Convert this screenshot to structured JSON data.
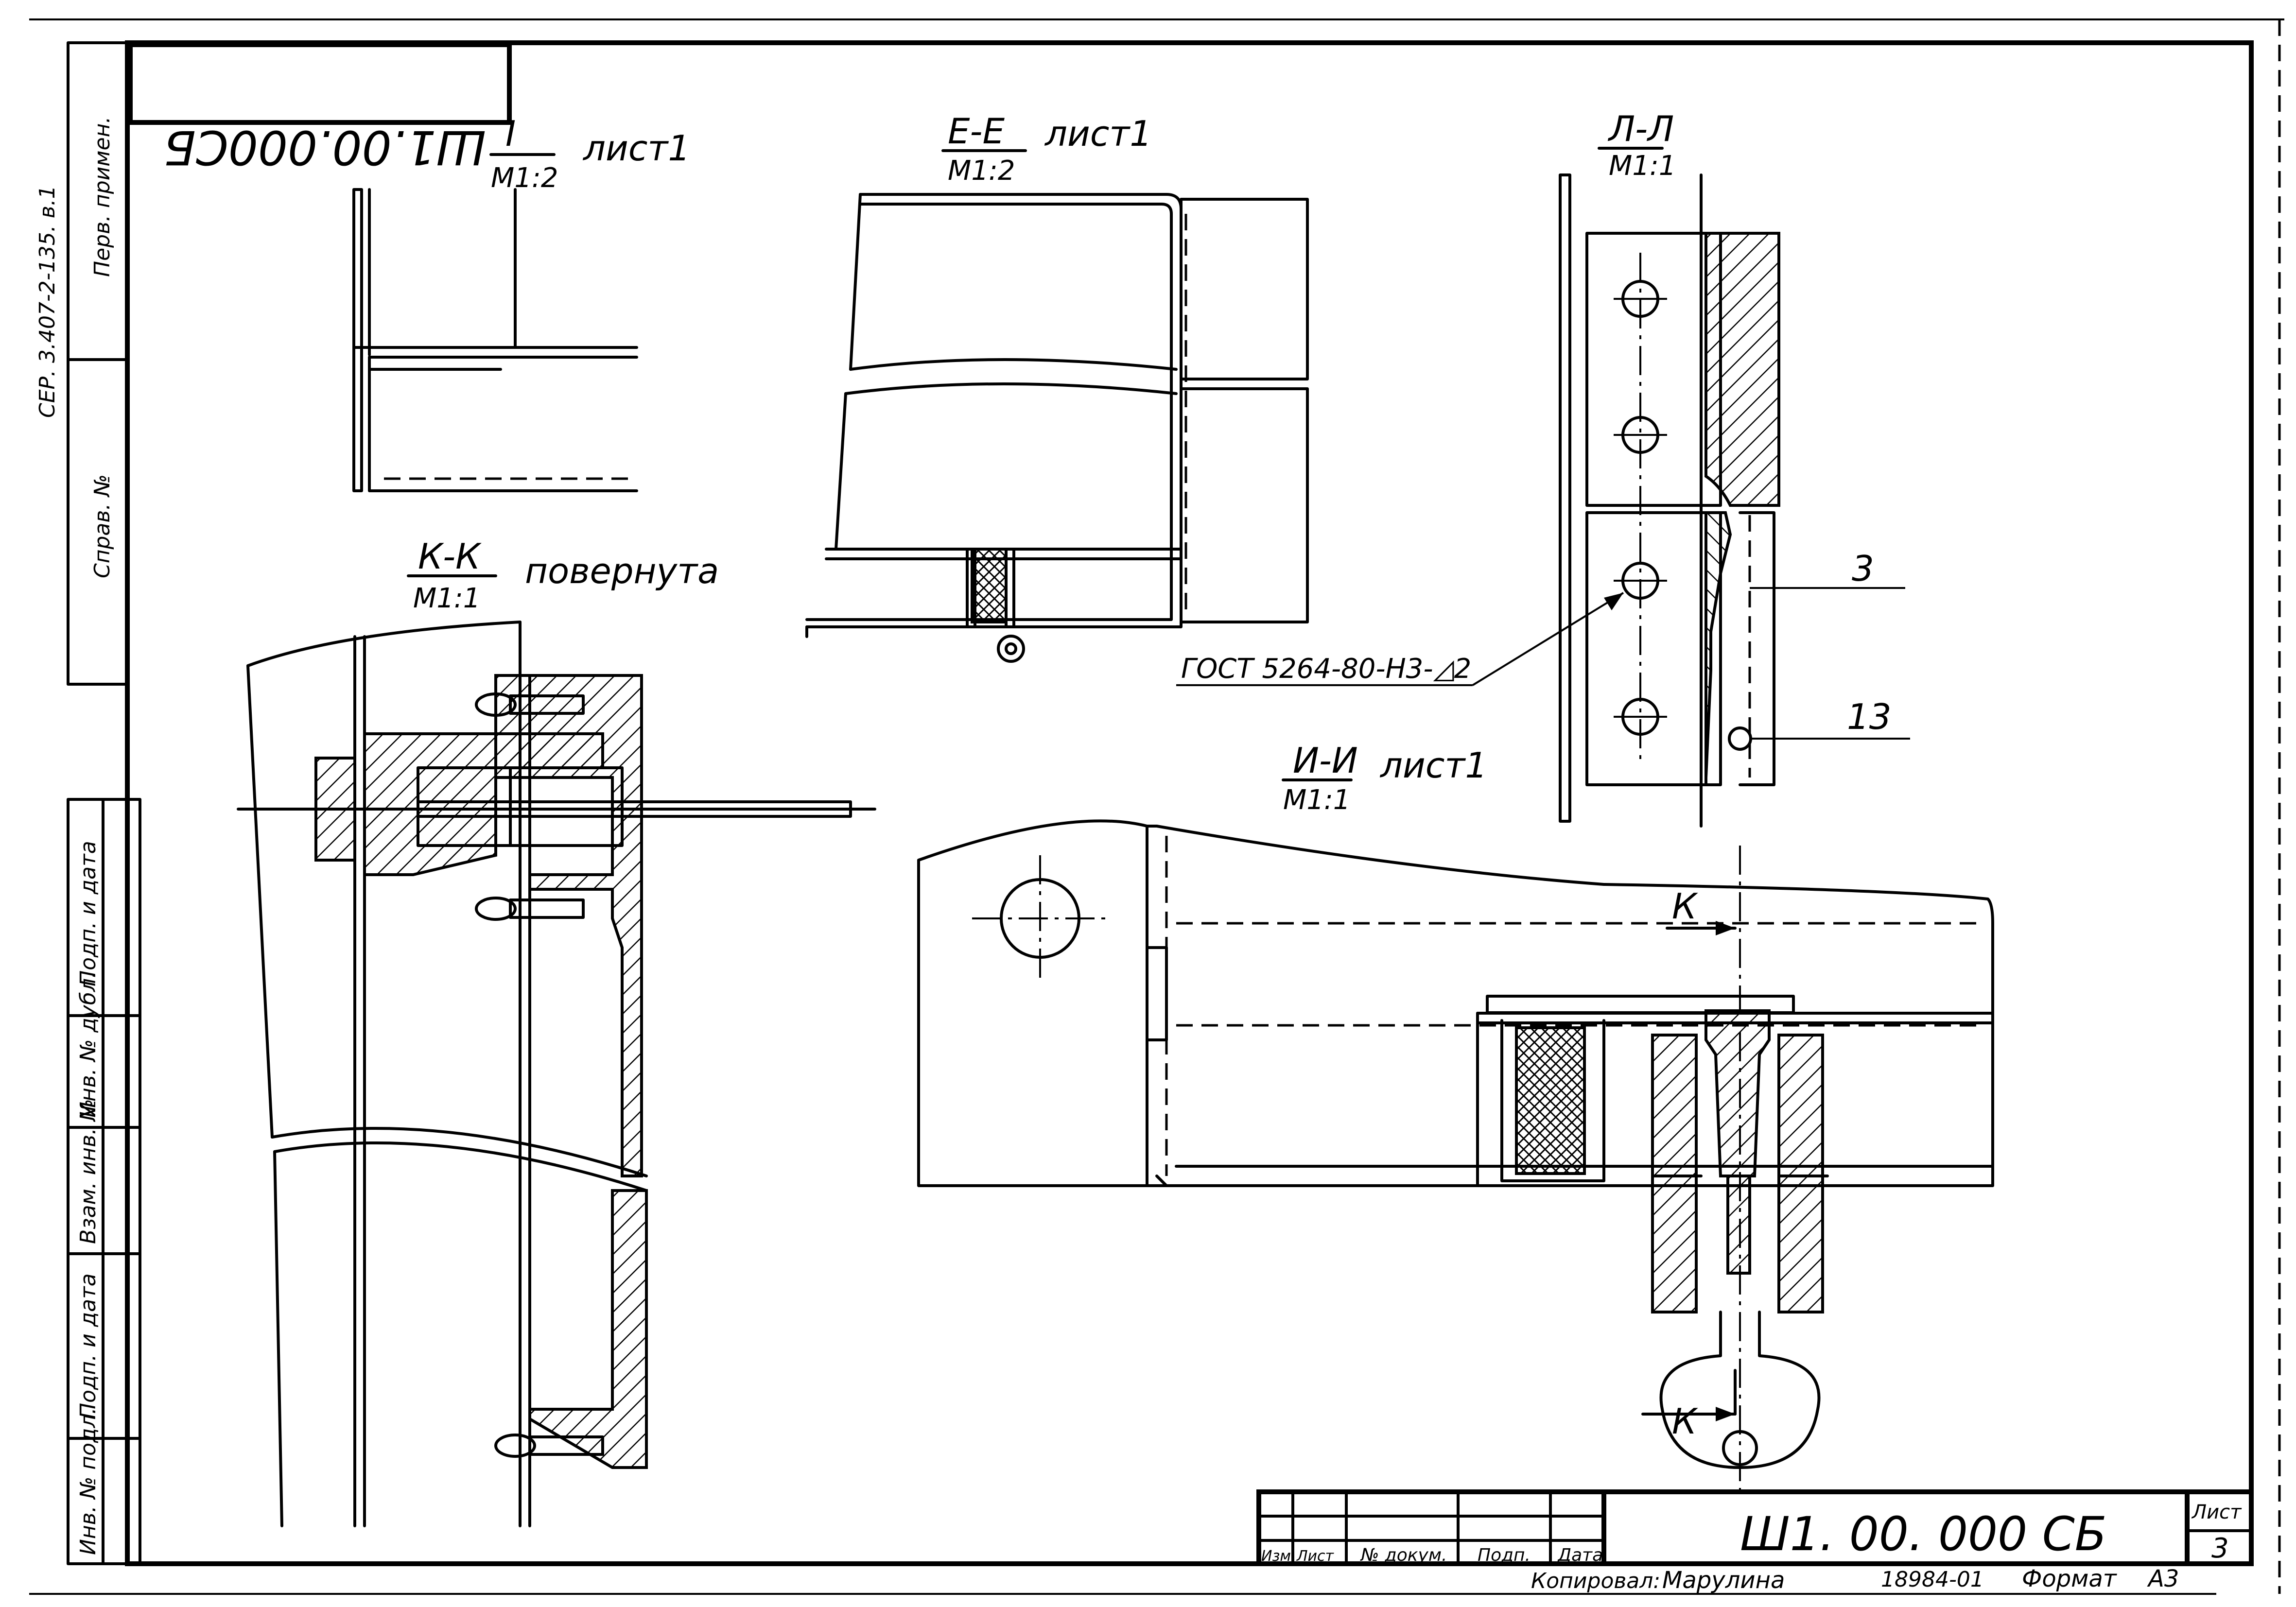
{
  "sheet": {
    "stamp_code_top": "Ш1.00.000СБ",
    "series_code": "СЕР. 3.407-2-135. в.1",
    "left_column": [
      "Перв. примен.",
      "Справ. №"
    ],
    "left_stamp_cells": [
      "Подп. и дата",
      "Инв. № дубл.",
      "Взам. инв. №",
      "Подп. и дата",
      "Инв. № подл."
    ]
  },
  "views": {
    "view_I": {
      "label": "I",
      "scale": "М1:2",
      "sheet_ref": "лист1"
    },
    "view_EE": {
      "label": "Е-Е",
      "scale": "М1:2",
      "sheet_ref": "лист1"
    },
    "view_LL": {
      "label": "Л-Л",
      "scale": "М1:1"
    },
    "view_KK": {
      "label": "К-К",
      "scale": "М1:1",
      "note": "повернута"
    },
    "view_II": {
      "label": "И-И",
      "scale": "М1:1",
      "sheet_ref": "лист1"
    }
  },
  "callouts": {
    "pos_3": "3",
    "pos_13": "13",
    "weld_note": "ГОСТ 5264-80-Н3-◿2",
    "cut_K_top": "К",
    "cut_K_bottom": "К"
  },
  "title_block": {
    "doc_code": "Ш1. 00. 000 СБ",
    "col_headers": [
      "Изм.",
      "Лист",
      "№ докум.",
      "Подп.",
      "Дата"
    ],
    "sheet_label": "Лист",
    "sheet_number": "3",
    "copied_by_label": "Копировал:",
    "copied_by": "Марулина",
    "inv_number": "18984-01",
    "format_label": "Формат",
    "format_value": "А3"
  }
}
